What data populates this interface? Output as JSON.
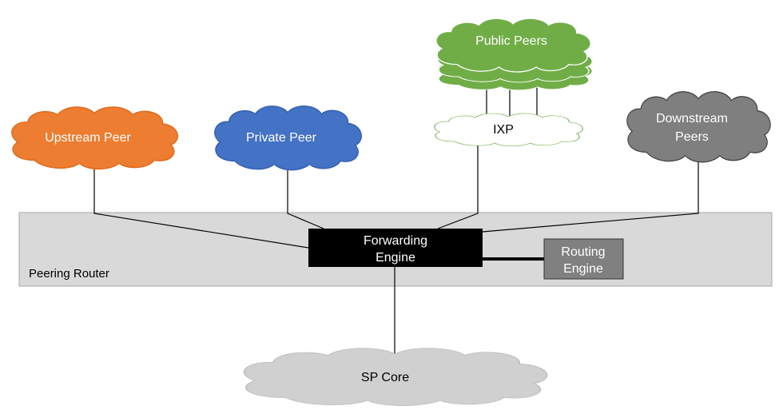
{
  "nodes": {
    "upstream_peer": {
      "label": "Upstream Peer",
      "color": "#ed7d31",
      "stroke": "#e06a1c",
      "text_color": "#ffffff"
    },
    "private_peer": {
      "label": "Private Peer",
      "color": "#4472c4",
      "stroke": "#3560b0",
      "text_color": "#ffffff"
    },
    "public_peers": {
      "label": "Public Peers",
      "color": "#70ad47",
      "stroke": "#5f9a3a",
      "text_color": "#ffffff"
    },
    "ixp": {
      "label": "IXP",
      "color": "#ffffff",
      "stroke": "#70ad47",
      "text_color": "#000000"
    },
    "downstream_peers": {
      "label_line1": "Downstream",
      "label_line2": "Peers",
      "color": "#7f7f7f",
      "stroke": "#404040",
      "text_color": "#ffffff"
    },
    "sp_core": {
      "label": "SP Core",
      "color": "#d0d0d0",
      "stroke": "#c0c0c0",
      "text_color": "#000000"
    }
  },
  "router": {
    "label": "Peering Router",
    "fill": "#d9d9d9",
    "stroke": "#a6a6a6"
  },
  "forwarding_engine": {
    "label_line1": "Forwarding",
    "label_line2": "Engine",
    "fill": "#000000",
    "text_color": "#ffffff"
  },
  "routing_engine": {
    "label_line1": "Routing",
    "label_line2": "Engine",
    "fill": "#808080",
    "stroke": "#333333",
    "text_color": "#ffffff"
  }
}
